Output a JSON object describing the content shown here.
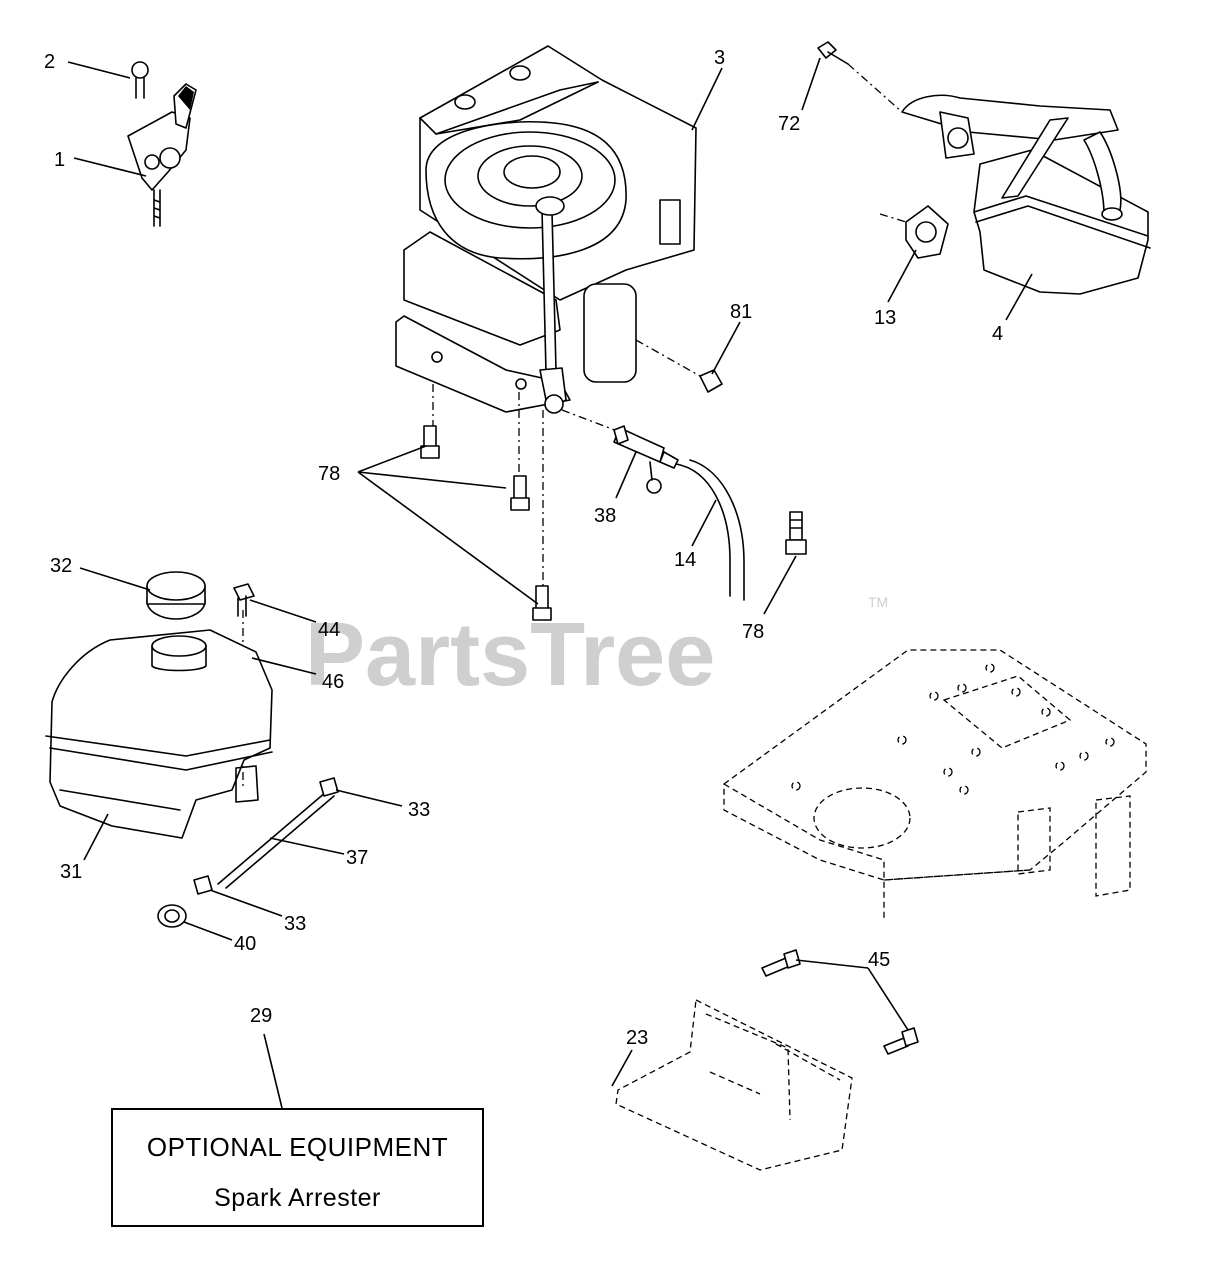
{
  "watermark": {
    "text": "PartsTree",
    "trademark": "TM"
  },
  "callouts": {
    "c1": "1",
    "c2": "2",
    "c3": "3",
    "c4": "4",
    "c13": "13",
    "c14": "14",
    "c23": "23",
    "c29": "29",
    "c31": "31",
    "c32": "32",
    "c33a": "33",
    "c33b": "33",
    "c37": "37",
    "c38": "38",
    "c40": "40",
    "c44": "44",
    "c45": "45",
    "c46": "46",
    "c72": "72",
    "c78a": "78",
    "c78b": "78",
    "c81": "81"
  },
  "optional_equipment": {
    "title": "OPTIONAL EQUIPMENT",
    "subtitle": "Spark Arrester"
  }
}
